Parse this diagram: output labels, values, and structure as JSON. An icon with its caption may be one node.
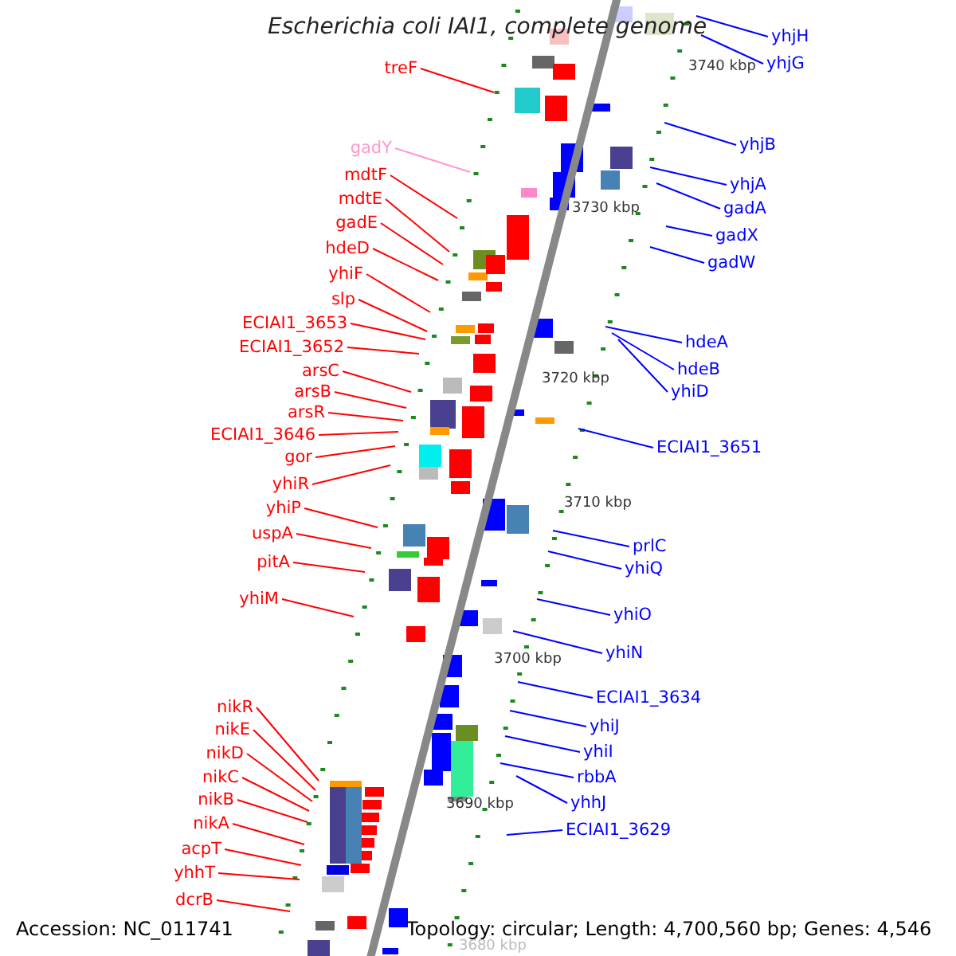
{
  "diagram": {
    "title": "Escherichia coli IAI1, complete genome",
    "nodes": [
      {
        "text": [
          "treF"
        ]
      },
      {
        "text": [
          "gadY"
        ]
      },
      {
        "text": [
          "mdtF"
        ]
      },
      {
        "text": [
          "mdtE"
        ]
      },
      {
        "text": [
          "gadE"
        ]
      },
      {
        "text": [
          "hdeD"
        ]
      },
      {
        "text": [
          "yhiF"
        ]
      },
      {
        "text": [
          "slp"
        ]
      },
      {
        "text": [
          "ECIAI1_3653"
        ]
      },
      {
        "text": [
          "ECIAI1_3652"
        ]
      },
      {
        "text": [
          "arsC"
        ]
      },
      {
        "text": [
          "arsB"
        ]
      },
      {
        "text": [
          "arsR"
        ]
      },
      {
        "text": [
          "ECIAI1_3646"
        ]
      },
      {
        "text": [
          "gor"
        ]
      },
      {
        "text": [
          "yhiR"
        ]
      },
      {
        "text": [
          "yhiP"
        ]
      },
      {
        "text": [
          "uspA"
        ]
      },
      {
        "text": [
          "pitA"
        ]
      },
      {
        "text": [
          "yhiM"
        ]
      },
      {
        "text": [
          "nikR"
        ]
      },
      {
        "text": [
          "nikE"
        ]
      },
      {
        "text": [
          "nikD"
        ]
      },
      {
        "text": [
          "nikC"
        ]
      },
      {
        "text": [
          "nikB"
        ]
      },
      {
        "text": [
          "nikA"
        ]
      },
      {
        "text": [
          "acpT"
        ]
      },
      {
        "text": [
          "yhhT"
        ]
      },
      {
        "text": [
          "dcrB"
        ]
      },
      {
        "text": [
          "yhjH"
        ]
      },
      {
        "text": [
          "yhjG"
        ]
      },
      {
        "text": [
          "yhjB"
        ]
      },
      {
        "text": [
          "yhjA"
        ]
      },
      {
        "text": [
          "gadA"
        ]
      },
      {
        "text": [
          "gadX"
        ]
      },
      {
        "text": [
          "gadW"
        ]
      },
      {
        "text": [
          "hdeA"
        ]
      },
      {
        "text": [
          "hdeB"
        ]
      },
      {
        "text": [
          "yhiD"
        ]
      },
      {
        "text": [
          "ECIAI1_3651"
        ]
      },
      {
        "text": [
          "prlC"
        ]
      },
      {
        "text": [
          "yhiQ"
        ]
      },
      {
        "text": [
          "yhiO"
        ]
      },
      {
        "text": [
          "yhiN"
        ]
      },
      {
        "text": [
          "ECIAI1_3634"
        ]
      },
      {
        "text": [
          "yhiJ"
        ]
      },
      {
        "text": [
          "yhiI"
        ]
      },
      {
        "text": [
          "rbbA"
        ]
      },
      {
        "text": [
          "yhhJ"
        ]
      },
      {
        "text": [
          "ECIAI1_3629"
        ]
      }
    ],
    "edges": [
      {
        "from": 0,
        "to": null,
        "arrow": "none"
      },
      {
        "from": 1,
        "to": null,
        "arrow": "none",
        "color": "#ff99cc"
      },
      {
        "from": 2,
        "to": null,
        "arrow": "none"
      },
      {
        "from": 3,
        "to": null,
        "arrow": "none"
      },
      {
        "from": 4,
        "to": null,
        "arrow": "none"
      },
      {
        "from": 5,
        "to": null,
        "arrow": "none"
      },
      {
        "from": 6,
        "to": null,
        "arrow": "none"
      },
      {
        "from": 7,
        "to": null,
        "arrow": "none"
      },
      {
        "from": 8,
        "to": null,
        "arrow": "none"
      },
      {
        "from": 9,
        "to": null,
        "arrow": "none"
      },
      {
        "from": 10,
        "to": null,
        "arrow": "none"
      },
      {
        "from": 11,
        "to": null,
        "arrow": "none"
      },
      {
        "from": 12,
        "to": null,
        "arrow": "none"
      },
      {
        "from": 13,
        "to": null,
        "arrow": "none"
      },
      {
        "from": 14,
        "to": null,
        "arrow": "none"
      },
      {
        "from": 15,
        "to": null,
        "arrow": "none"
      },
      {
        "from": 16,
        "to": null,
        "arrow": "none"
      },
      {
        "from": 17,
        "to": null,
        "arrow": "none"
      },
      {
        "from": 18,
        "to": null,
        "arrow": "none"
      },
      {
        "from": 19,
        "to": null,
        "arrow": "none"
      },
      {
        "from": 20,
        "to": null,
        "arrow": "none"
      },
      {
        "from": 21,
        "to": null,
        "arrow": "none"
      },
      {
        "from": 22,
        "to": null,
        "arrow": "none"
      },
      {
        "from": 23,
        "to": null,
        "arrow": "none"
      },
      {
        "from": 24,
        "to": null,
        "arrow": "none"
      },
      {
        "from": 25,
        "to": null,
        "arrow": "none"
      },
      {
        "from": 26,
        "to": null,
        "arrow": "none"
      },
      {
        "from": 27,
        "to": null,
        "arrow": "none"
      },
      {
        "from": 28,
        "to": null,
        "arrow": "none"
      },
      {
        "from": 29,
        "to": null,
        "arrow": "none",
        "color": "#0000ff"
      },
      {
        "from": 30,
        "to": null,
        "arrow": "none",
        "color": "#0000ff"
      },
      {
        "from": 31,
        "to": null,
        "arrow": "none",
        "color": "#0000ff"
      },
      {
        "from": 32,
        "to": null,
        "arrow": "none",
        "color": "#0000ff"
      },
      {
        "from": 33,
        "to": null,
        "arrow": "none",
        "color": "#0000ff"
      },
      {
        "from": 34,
        "to": null,
        "arrow": "none",
        "color": "#0000ff"
      },
      {
        "from": 35,
        "to": null,
        "arrow": "none",
        "color": "#0000ff"
      },
      {
        "from": 36,
        "to": null,
        "arrow": "none",
        "color": "#0000ff"
      },
      {
        "from": 37,
        "to": null,
        "arrow": "none",
        "color": "#0000ff"
      },
      {
        "from": 38,
        "to": null,
        "arrow": "none",
        "color": "#0000ff"
      },
      {
        "from": 39,
        "to": null,
        "arrow": "none",
        "color": "#0000ff"
      },
      {
        "from": 40,
        "to": null,
        "arrow": "none",
        "color": "#0000ff"
      },
      {
        "from": 41,
        "to": null,
        "arrow": "none",
        "color": "#0000ff"
      },
      {
        "from": 42,
        "to": null,
        "arrow": "none",
        "color": "#0000ff"
      },
      {
        "from": 43,
        "to": null,
        "arrow": "none",
        "color": "#0000ff"
      },
      {
        "from": 44,
        "to": null,
        "arrow": "none",
        "color": "#0000ff"
      },
      {
        "from": 45,
        "to": null,
        "arrow": "none",
        "color": "#0000ff"
      },
      {
        "from": 46,
        "to": null,
        "arrow": "none",
        "color": "#0000ff"
      },
      {
        "from": 47,
        "to": null,
        "arrow": "none",
        "color": "#0000ff"
      },
      {
        "from": 48,
        "to": null,
        "arrow": "none",
        "color": "#0000ff"
      },
      {
        "from": 49,
        "to": null,
        "arrow": "none",
        "color": "#0000ff"
      }
    ],
    "labels": [
      "3740 kbp",
      "3730 kbp",
      "3720 kbp",
      "3710 kbp",
      "3700 kbp",
      "3690 kbp",
      "3680 kbp",
      "Accession: NC_011741",
      "Topology: circular; Length: 4,700,560 bp; Genes: 4,546"
    ]
  }
}
